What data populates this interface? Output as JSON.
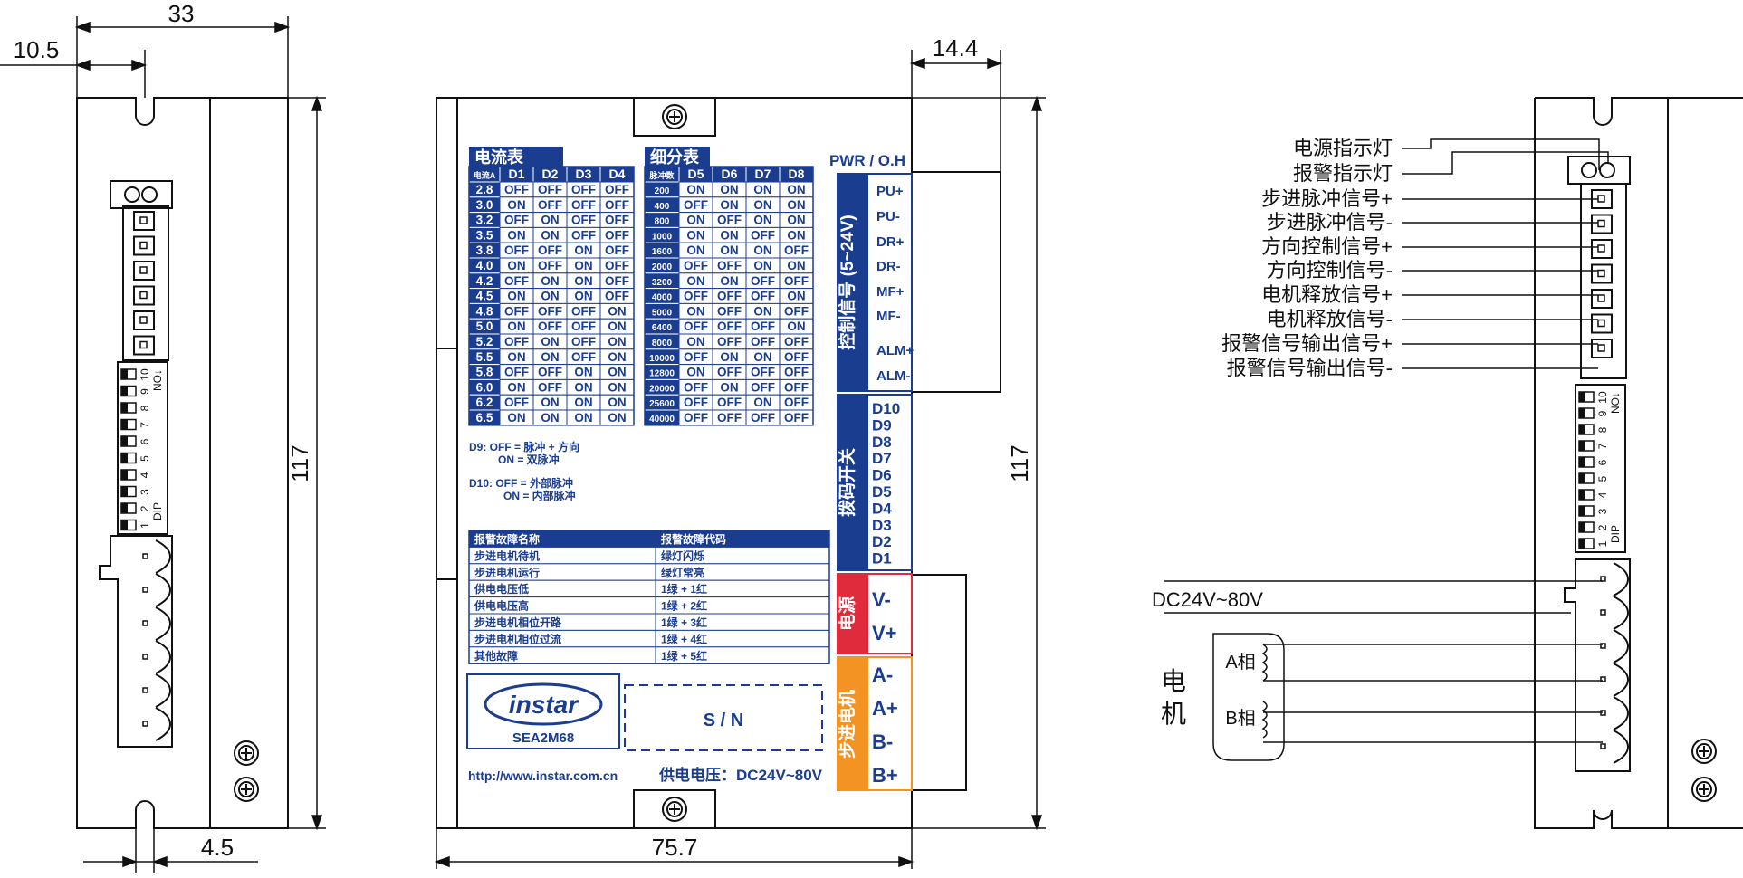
{
  "dimensions": {
    "side_width": "33",
    "side_offset": "10.5",
    "side_height": "117",
    "side_bottom": "4.5",
    "front_right": "14.4",
    "front_height": "117",
    "front_width": "75.7"
  },
  "current_table": {
    "title": "电流表",
    "headers": [
      "电流A",
      "D1",
      "D2",
      "D3",
      "D4"
    ],
    "rows": [
      [
        "2.8",
        "OFF",
        "OFF",
        "OFF",
        "OFF"
      ],
      [
        "3.0",
        "ON",
        "OFF",
        "OFF",
        "OFF"
      ],
      [
        "3.2",
        "OFF",
        "ON",
        "OFF",
        "OFF"
      ],
      [
        "3.5",
        "ON",
        "ON",
        "OFF",
        "OFF"
      ],
      [
        "3.8",
        "OFF",
        "OFF",
        "ON",
        "OFF"
      ],
      [
        "4.0",
        "ON",
        "OFF",
        "ON",
        "OFF"
      ],
      [
        "4.2",
        "OFF",
        "ON",
        "ON",
        "OFF"
      ],
      [
        "4.5",
        "ON",
        "ON",
        "ON",
        "OFF"
      ],
      [
        "4.8",
        "OFF",
        "OFF",
        "OFF",
        "ON"
      ],
      [
        "5.0",
        "ON",
        "OFF",
        "OFF",
        "ON"
      ],
      [
        "5.2",
        "OFF",
        "ON",
        "OFF",
        "ON"
      ],
      [
        "5.5",
        "ON",
        "ON",
        "OFF",
        "ON"
      ],
      [
        "5.8",
        "OFF",
        "OFF",
        "ON",
        "ON"
      ],
      [
        "6.0",
        "ON",
        "OFF",
        "ON",
        "ON"
      ],
      [
        "6.2",
        "OFF",
        "ON",
        "ON",
        "ON"
      ],
      [
        "6.5",
        "ON",
        "ON",
        "ON",
        "ON"
      ]
    ]
  },
  "micro_table": {
    "title": "细分表",
    "headers": [
      "脉冲数",
      "D5",
      "D6",
      "D7",
      "D8"
    ],
    "rows": [
      [
        "200",
        "ON",
        "ON",
        "ON",
        "ON"
      ],
      [
        "400",
        "OFF",
        "ON",
        "ON",
        "ON"
      ],
      [
        "800",
        "ON",
        "OFF",
        "ON",
        "ON"
      ],
      [
        "1000",
        "ON",
        "ON",
        "OFF",
        "ON"
      ],
      [
        "1600",
        "ON",
        "ON",
        "ON",
        "OFF"
      ],
      [
        "2000",
        "OFF",
        "OFF",
        "ON",
        "ON"
      ],
      [
        "3200",
        "ON",
        "ON",
        "OFF",
        "OFF"
      ],
      [
        "4000",
        "OFF",
        "OFF",
        "OFF",
        "ON"
      ],
      [
        "5000",
        "ON",
        "OFF",
        "ON",
        "OFF"
      ],
      [
        "6400",
        "OFF",
        "OFF",
        "OFF",
        "ON"
      ],
      [
        "8000",
        "ON",
        "OFF",
        "OFF",
        "OFF"
      ],
      [
        "10000",
        "OFF",
        "ON",
        "ON",
        "OFF"
      ],
      [
        "12800",
        "ON",
        "OFF",
        "OFF",
        "OFF"
      ],
      [
        "20000",
        "OFF",
        "ON",
        "OFF",
        "OFF"
      ],
      [
        "25600",
        "OFF",
        "OFF",
        "ON",
        "OFF"
      ],
      [
        "40000",
        "OFF",
        "OFF",
        "OFF",
        "OFF"
      ]
    ]
  },
  "notes": {
    "d9_line1": "D9:  OFF = 脉冲 + 方向",
    "d9_line2": "ON = 双脉冲",
    "d10_line1": "D10:  OFF = 外部脉冲",
    "d10_line2": "ON = 内部脉冲"
  },
  "fault_table": {
    "headers": [
      "报警故障名称",
      "报警故障代码"
    ],
    "rows": [
      [
        "步进电机待机",
        "绿灯闪烁"
      ],
      [
        "步进电机运行",
        "绿灯常亮"
      ],
      [
        "供电电压低",
        "1绿 + 1红"
      ],
      [
        "供电电压高",
        "1绿 + 2红"
      ],
      [
        "步进电机相位开路",
        "1绿 + 3红"
      ],
      [
        "步进电机相位过流",
        "1绿 + 4红"
      ],
      [
        "其他故障",
        "1绿 + 5红"
      ]
    ]
  },
  "brand": {
    "logo": "instar",
    "model": "SEA2M68",
    "sn": "S / N",
    "url": "http://www.instar.com.cn",
    "supply": "供电电压：DC24V~80V"
  },
  "front_labels": {
    "pwr": "PWR / O.H",
    "control_group": "控制信号 (5~24V)",
    "control_pins": [
      "PU+",
      "PU-",
      "DR+",
      "DR-",
      "MF+",
      "MF-",
      "ALM+",
      "ALM-"
    ],
    "dip_group": "拨码开关",
    "dip_pins": [
      "D10",
      "D9",
      "D8",
      "D7",
      "D6",
      "D5",
      "D4",
      "D3",
      "D2",
      "D1"
    ],
    "power_group": "电源",
    "power_pins": [
      "V-",
      "V+"
    ],
    "motor_group": "步进电机",
    "motor_pins": [
      "A-",
      "A+",
      "B-",
      "B+"
    ]
  },
  "dip": {
    "numbers": [
      "1",
      "2",
      "3",
      "4",
      "5",
      "6",
      "7",
      "8",
      "9",
      "10"
    ],
    "label": "DIP",
    "on_label": "NO"
  },
  "wiring": {
    "signals": [
      "电源指示灯",
      "报警指示灯",
      "步进脉冲信号+",
      "步进脉冲信号-",
      "方向控制信号+",
      "方向控制信号-",
      "电机释放信号+",
      "电机释放信号-",
      "报警信号输出信号+",
      "报警信号输出信号-"
    ],
    "supply": "DC24V~80V",
    "motor_label_1": "电",
    "motor_label_2": "机",
    "phase_a": "A相",
    "phase_b": "B相"
  },
  "colors": {
    "navy": "#1b3d8f",
    "red": "#e02b3c",
    "orange": "#f39323",
    "line": "#111111"
  }
}
